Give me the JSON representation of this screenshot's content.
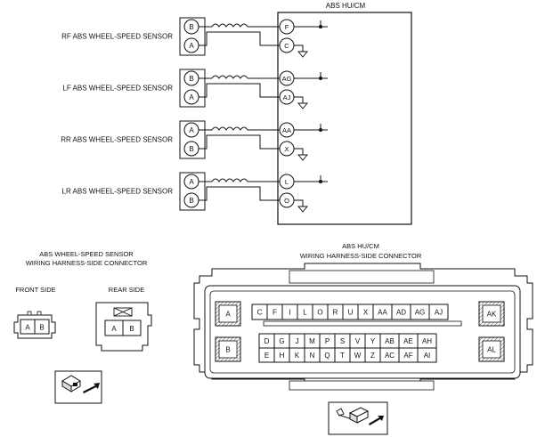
{
  "module": {
    "title": "ABS HU/CM"
  },
  "sensors": [
    {
      "label": "RF ABS WHEEL-SPEED SENSOR",
      "pins": [
        "B",
        "A"
      ],
      "module_pins": [
        "F",
        "C"
      ]
    },
    {
      "label": "LF ABS WHEEL-SPEED SENSOR",
      "pins": [
        "B",
        "A"
      ],
      "module_pins": [
        "AG",
        "AJ"
      ]
    },
    {
      "label": "RR ABS WHEEL-SPEED SENSOR",
      "pins": [
        "A",
        "B"
      ],
      "module_pins": [
        "AA",
        "X"
      ]
    },
    {
      "label": "LR ABS WHEEL-SPEED SENSOR",
      "pins": [
        "A",
        "B"
      ],
      "module_pins": [
        "L",
        "O"
      ]
    }
  ],
  "sensor_connector": {
    "title_line1": "ABS WHEEL-SPEED SENSOR",
    "title_line2": "WIRING HARNESS-SIDE CONNECTOR",
    "front_label": "FRONT SIDE",
    "rear_label": "REAR SIDE",
    "front_pins": [
      "A",
      "B"
    ],
    "rear_pins": [
      "A",
      "B"
    ]
  },
  "module_connector": {
    "title_line1": "ABS HU/CM",
    "title_line2": "WIRING HARNESS-SIDE CONNECTOR",
    "large_left": [
      "A",
      "B"
    ],
    "large_right": [
      "AK",
      "AL"
    ],
    "row1": [
      "C",
      "F",
      "I",
      "L",
      "O",
      "R",
      "U",
      "X",
      "AA",
      "AD",
      "AG",
      "AJ"
    ],
    "row2": [
      "D",
      "G",
      "J",
      "M",
      "P",
      "S",
      "V",
      "Y",
      "AB",
      "AE",
      "AH"
    ],
    "row3": [
      "E",
      "H",
      "K",
      "N",
      "Q",
      "T",
      "W",
      "Z",
      "AC",
      "AF",
      "AI"
    ]
  }
}
